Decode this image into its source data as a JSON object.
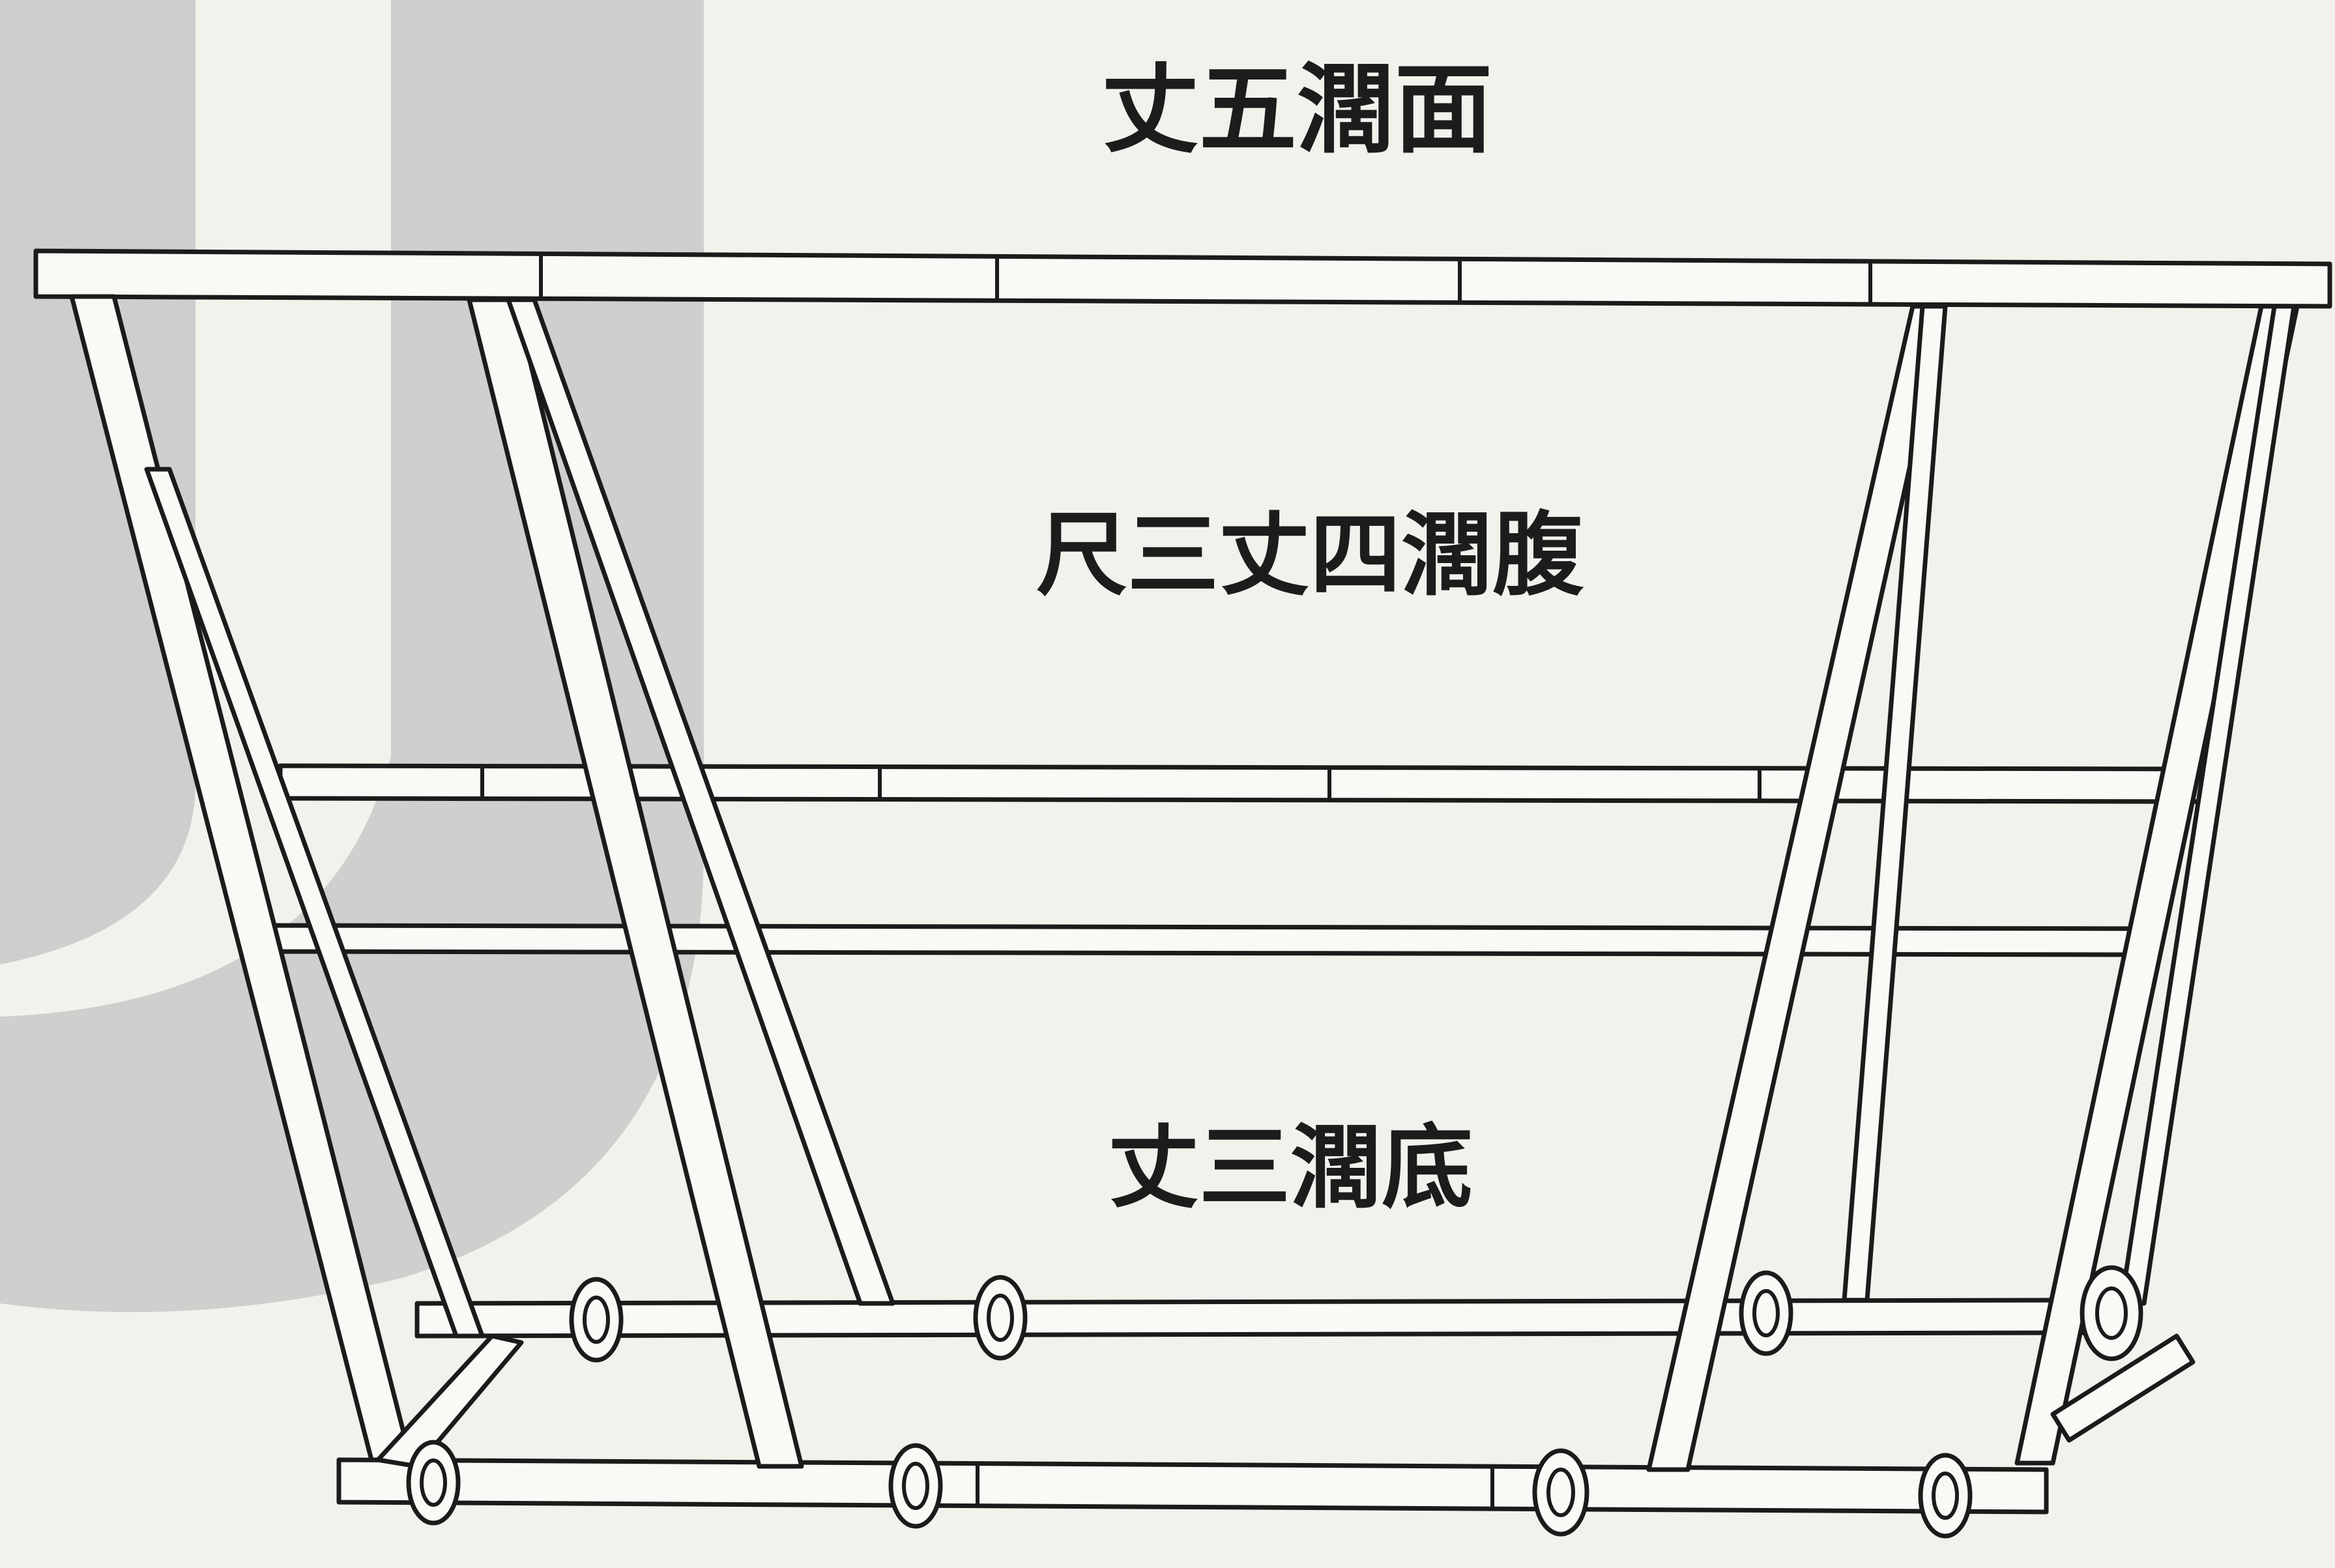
{
  "labels": {
    "top": "丈五濶面",
    "middle": "尺三丈四濶腹",
    "bottom": "丈三濶底"
  },
  "colors": {
    "paper": "#f3f1ec",
    "ink": "#1b1b1b",
    "watermark": "#c9c9c9"
  }
}
